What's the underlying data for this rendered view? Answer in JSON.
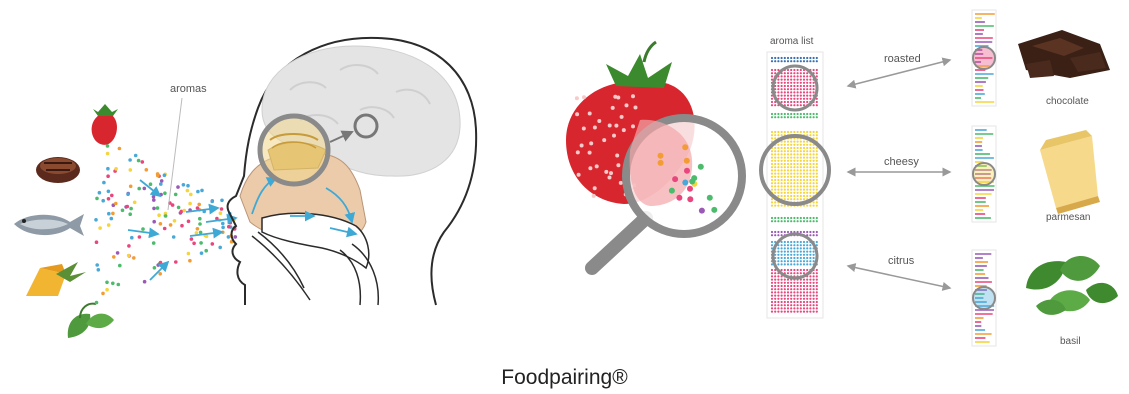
{
  "left_panel": {
    "aromas_label": "aromas"
  },
  "right_panel": {
    "aroma_list_label": "aroma list",
    "pairings": [
      {
        "descriptor": "roasted",
        "ingredient": "chocolate"
      },
      {
        "descriptor": "cheesy",
        "ingredient": "parmesan"
      },
      {
        "descriptor": "citrus",
        "ingredient": "basil"
      }
    ]
  },
  "caption": "Foodpairing®",
  "colors": {
    "arrow_blue": "#3fa9d6",
    "head_outline": "#2b2b2b",
    "brain_gray": "#e4e4e4",
    "nasal_tan": "#eccbaa",
    "magnifier_gray": "#888888",
    "strawberry_red": "#d7262e",
    "dot_palette": [
      "#e8467c",
      "#f6d43b",
      "#4aa8d8",
      "#4cbb6b",
      "#9b59b6",
      "#f39c34"
    ]
  },
  "icons": [
    "strawberry-icon",
    "steak-icon",
    "fish-icon",
    "pineapple-icon",
    "basil-icon",
    "chocolate-icon",
    "parmesan-icon",
    "magnifier-icon",
    "brain-icon"
  ]
}
